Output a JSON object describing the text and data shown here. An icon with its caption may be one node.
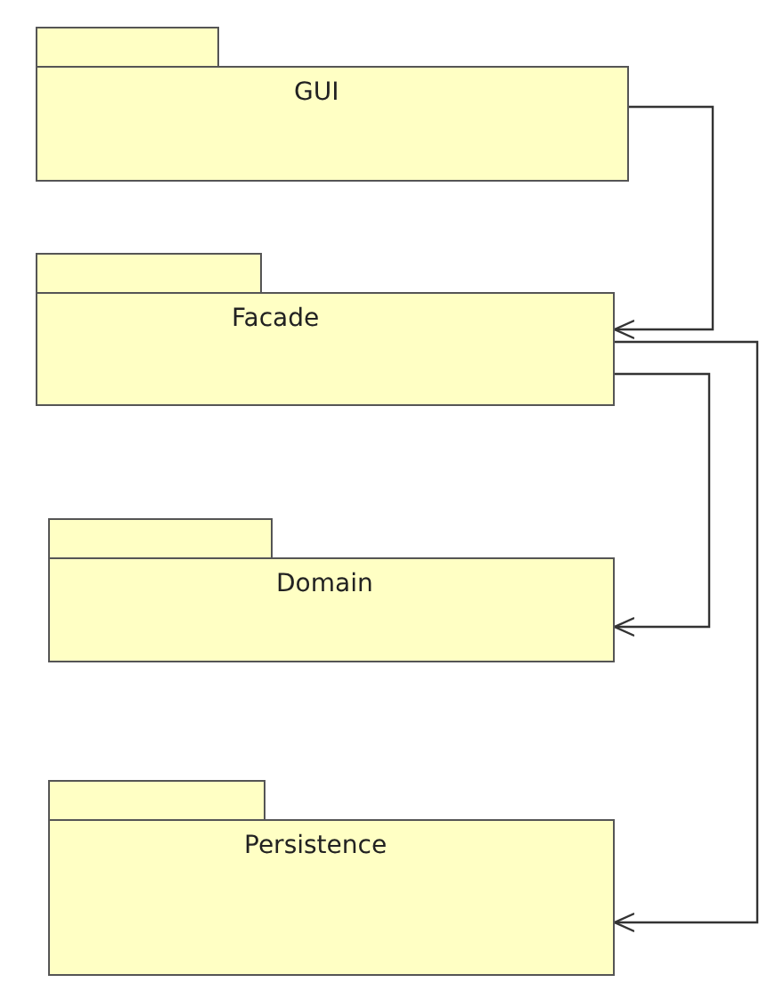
{
  "diagram": {
    "nodes": [
      {
        "text": [
          "GUI"
        ]
      },
      {
        "text": [
          "Facade"
        ]
      },
      {
        "text": [
          "Domain"
        ]
      },
      {
        "text": [
          "Persistence"
        ]
      }
    ],
    "edges": [
      {
        "from": 0,
        "to": 1,
        "arrow": "to"
      },
      {
        "from": 1,
        "to": 2,
        "arrow": "to"
      },
      {
        "from": 1,
        "to": 3,
        "arrow": "to"
      }
    ]
  }
}
